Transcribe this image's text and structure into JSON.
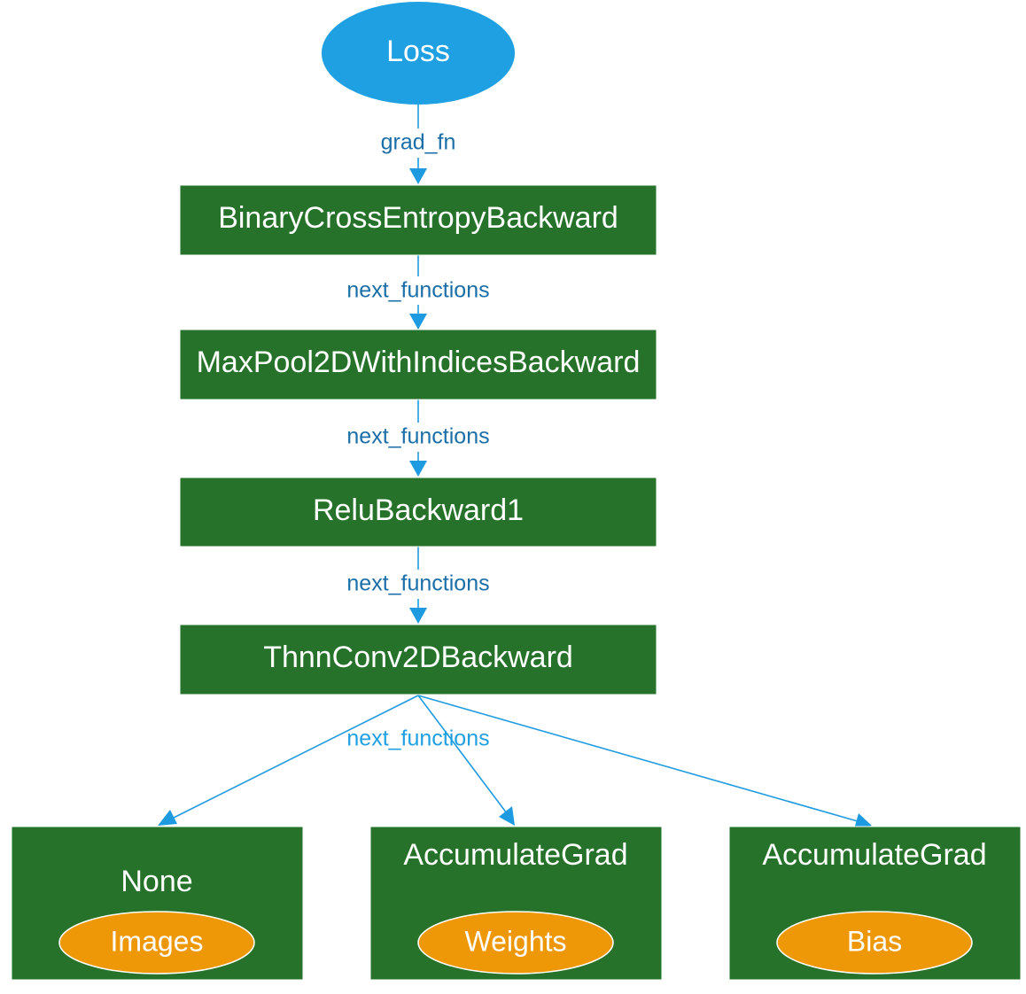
{
  "colors": {
    "op_node": "#27722a",
    "loss_node": "#1fa0e2",
    "leaf_node": "#ef9807",
    "edge": "#1e9be0",
    "edge_label_dark": "#1b6fa8",
    "edge_label_light": "#1fa0e2"
  },
  "nodes": {
    "loss": "Loss",
    "bce": "BinaryCrossEntropyBackward",
    "maxpool": "MaxPool2DWithIndicesBackward",
    "relu": "ReluBackward1",
    "conv": "ThnnConv2DBackward",
    "none": "None",
    "accum_weights": "AccumulateGrad",
    "accum_bias": "AccumulateGrad"
  },
  "leaves": {
    "images": "Images",
    "weights": "Weights",
    "bias": "Bias"
  },
  "edges": {
    "grad_fn": "grad_fn",
    "next_1": "next_functions",
    "next_2": "next_functions",
    "next_3": "next_functions",
    "next_4": "next_functions"
  }
}
